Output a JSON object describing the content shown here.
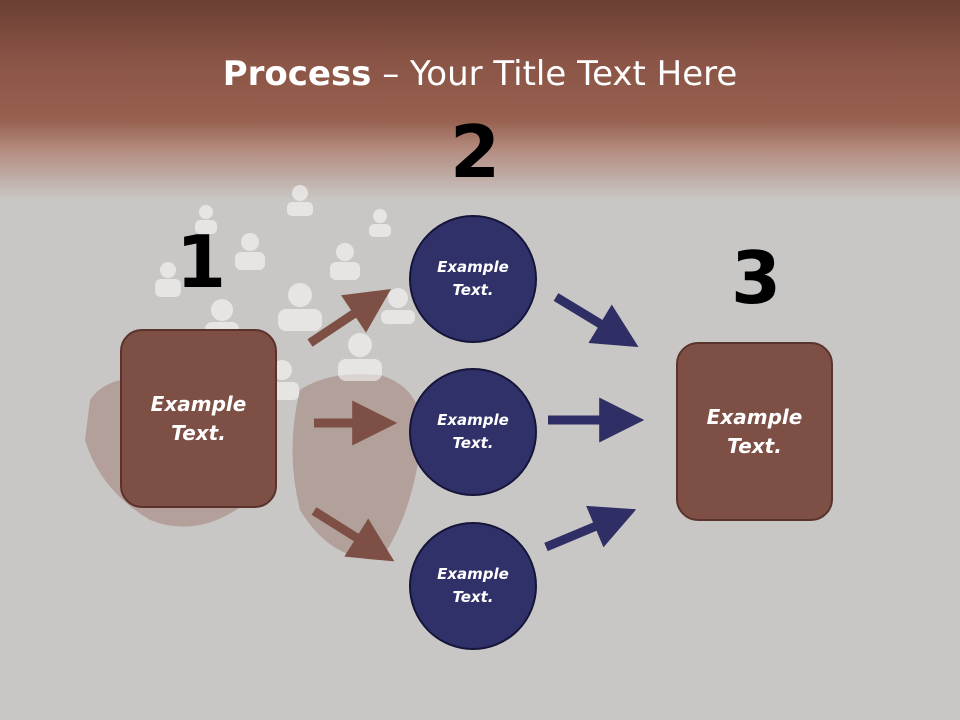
{
  "title": {
    "bold": "Process",
    "rest": " – Your Title Text Here"
  },
  "steps": [
    {
      "number": "1",
      "label": "Example\nText."
    },
    {
      "number": "2"
    },
    {
      "number": "3",
      "label": "Example\nText."
    }
  ],
  "circles": [
    {
      "label": "Example\nText."
    },
    {
      "label": "Example\nText."
    },
    {
      "label": "Example\nText."
    }
  ],
  "colors": {
    "box_fill": "#7e4f44",
    "circle_fill": "#31316a",
    "arrow_brown": "#7e4f44",
    "arrow_navy": "#2f2f66"
  }
}
